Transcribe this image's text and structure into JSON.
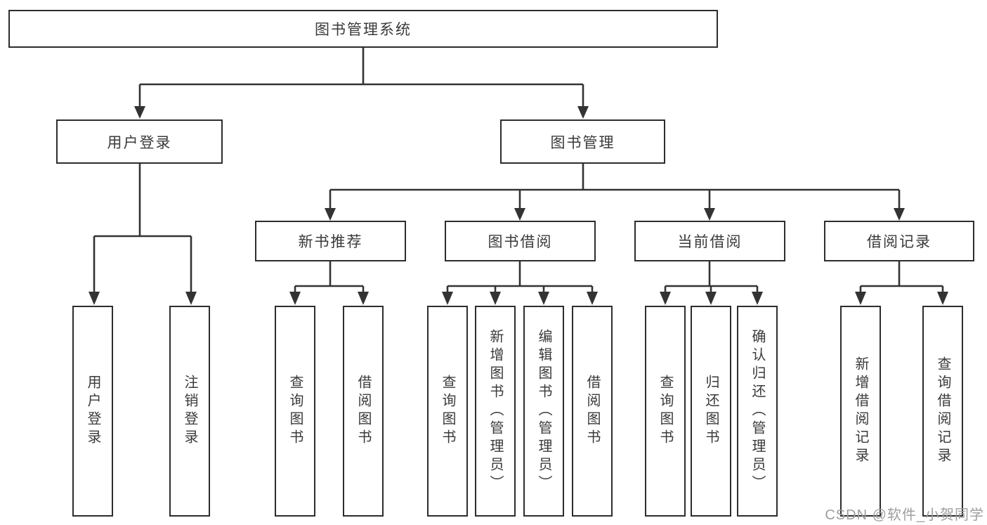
{
  "diagram": {
    "title": "图书管理系统",
    "root": {
      "label": "图书管理系统"
    },
    "level2": [
      {
        "id": "user-login",
        "label": "用户登录"
      },
      {
        "id": "book-management",
        "label": "图书管理"
      }
    ],
    "level3": [
      {
        "id": "new-book-recommend",
        "label": "新书推荐",
        "parent": "图书管理"
      },
      {
        "id": "book-borrow",
        "label": "图书借阅",
        "parent": "图书管理"
      },
      {
        "id": "current-borrow",
        "label": "当前借阅",
        "parent": "图书管理"
      },
      {
        "id": "borrow-records",
        "label": "借阅记录",
        "parent": "图书管理"
      }
    ],
    "leaves": [
      {
        "label": "用户登录",
        "parent": "用户登录"
      },
      {
        "label": "注销登录",
        "parent": "用户登录"
      },
      {
        "label": "查询图书",
        "parent": "新书推荐"
      },
      {
        "label": "借阅图书",
        "parent": "新书推荐"
      },
      {
        "label": "查询图书",
        "parent": "图书借阅"
      },
      {
        "label": "新增图书（管理员）",
        "parent": "图书借阅"
      },
      {
        "label": "编辑图书（管理员）",
        "parent": "图书借阅"
      },
      {
        "label": "借阅图书",
        "parent": "图书借阅"
      },
      {
        "label": "查询图书",
        "parent": "当前借阅"
      },
      {
        "label": "归还图书",
        "parent": "当前借阅"
      },
      {
        "label": "确认归还（管理员）",
        "parent": "当前借阅"
      },
      {
        "label": "新增借阅记录",
        "parent": "借阅记录"
      },
      {
        "label": "查询借阅记录",
        "parent": "借阅记录"
      }
    ]
  },
  "watermark": {
    "text": "CSDN @软件_小贺同学"
  },
  "colors": {
    "background": "#ffffff",
    "line": "#333333",
    "box_border": "#2d2d2d",
    "text": "#3a3a3a",
    "watermark": "#9e9e9e"
  }
}
